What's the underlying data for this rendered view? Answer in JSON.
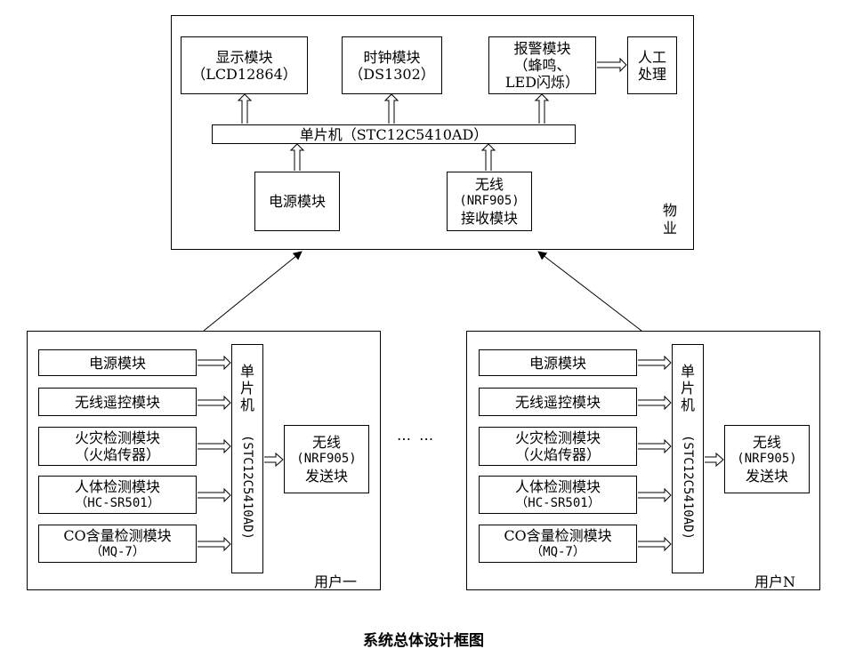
{
  "title": "系统总体设计框图",
  "property": {
    "label": "物业",
    "display": {
      "line1": "显示模块",
      "line2": "（LCD12864）"
    },
    "clock": {
      "line1": "时钟模块",
      "line2": "（DS1302）"
    },
    "alarm": {
      "line1": "报警模块",
      "line2": "（蜂鸣、",
      "line3": "LED闪烁）"
    },
    "manual": {
      "line1": "人工",
      "line2": "处理"
    },
    "mcu": "单片机（STC12C5410AD）",
    "power": "电源模块",
    "receiver": {
      "line1": "无线",
      "line2": "(NRF905)",
      "line3": "接收模块"
    }
  },
  "user1": {
    "label": "用户一",
    "power": "电源模块",
    "remote": "无线遥控模块",
    "fire": {
      "line1": "火灾检测模块",
      "line2": "（火焰传器）"
    },
    "human": {
      "line1": "人体检测模块",
      "line2": "（HC-SR501）"
    },
    "co": {
      "line1": "CO含量检测模块",
      "line2": "（MQ-7）"
    },
    "mcu_top": "单片机",
    "mcu_rot": "(STC12C5410AD)",
    "sender": {
      "line1": "无线",
      "line2": "(NRF905)",
      "line3": "发送块"
    }
  },
  "userN": {
    "label": "用户N",
    "power": "电源模块",
    "remote": "无线遥控模块",
    "fire": {
      "line1": "火灾检测模块",
      "line2": "（火焰传器）"
    },
    "human": {
      "line1": "人体检测模块",
      "line2": "（HC-SR501）"
    },
    "co": {
      "line1": "CO含量检测模块",
      "line2": "（MQ-7）"
    },
    "mcu_top": "单片机",
    "mcu_rot": "(STC12C5410AD)",
    "sender": {
      "line1": "无线",
      "line2": "(NRF905)",
      "line3": "发送块"
    }
  },
  "ellipsis": "… …"
}
